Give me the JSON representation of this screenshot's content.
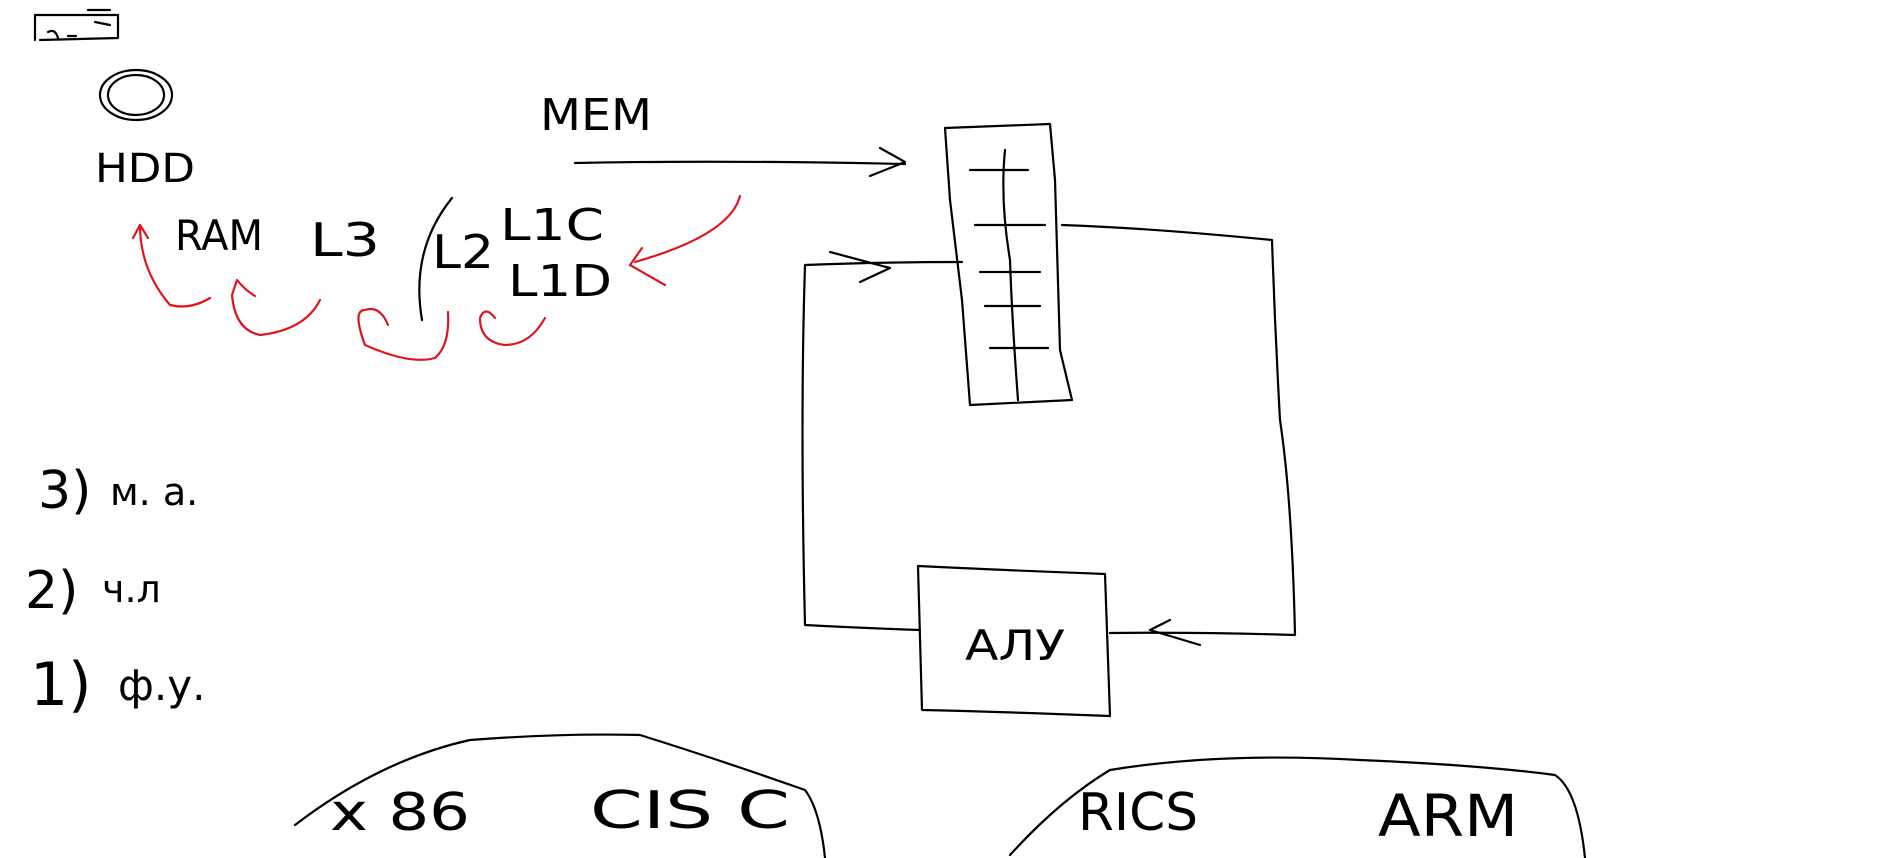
{
  "memory_hierarchy": {
    "storage_icon": "hdd-disk-icon",
    "hdd_label": "HDD",
    "ram_label": "RAM",
    "l3_label": "L3",
    "l2_label": "L2",
    "l1c_label": "L1C",
    "l1d_label": "L1D",
    "mem_label": "MEM"
  },
  "register_block": {
    "alu_label": "АЛУ"
  },
  "levels": [
    {
      "number": "3)",
      "text": "м. а."
    },
    {
      "number": "2)",
      "text": "ч.л"
    },
    {
      "number": "1)",
      "text": "ф.у."
    }
  ],
  "architectures": {
    "left": {
      "x86_label": "x 86",
      "cisc_label": "CIS C"
    },
    "right": {
      "rics_label": "RICS",
      "arm_label": "ARM"
    }
  },
  "colors": {
    "ink": "#000000",
    "arrows": "#e0141e",
    "background": "#ffffff"
  }
}
